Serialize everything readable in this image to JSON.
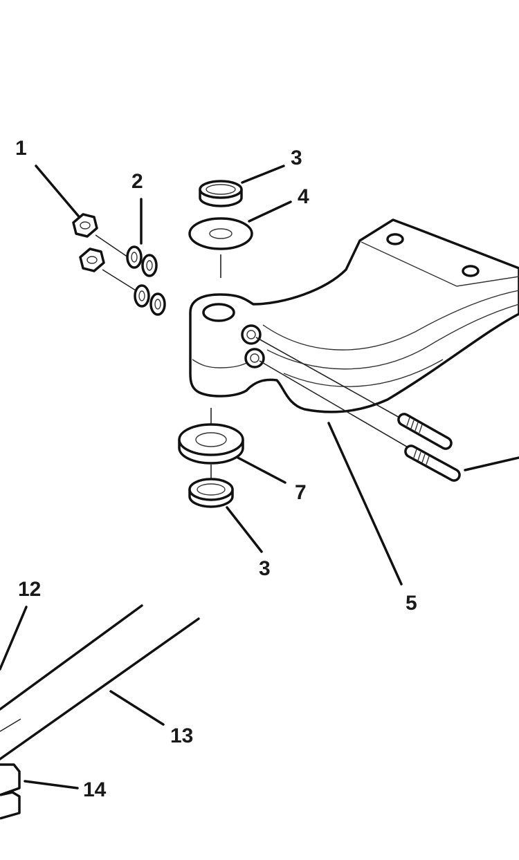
{
  "diagram": {
    "callouts": {
      "c1": "1",
      "c2": "2",
      "c3_top": "3",
      "c4": "4",
      "c7": "7",
      "c3_bottom": "3",
      "c5": "5",
      "c12": "12",
      "c13": "13",
      "c14": "14"
    }
  }
}
